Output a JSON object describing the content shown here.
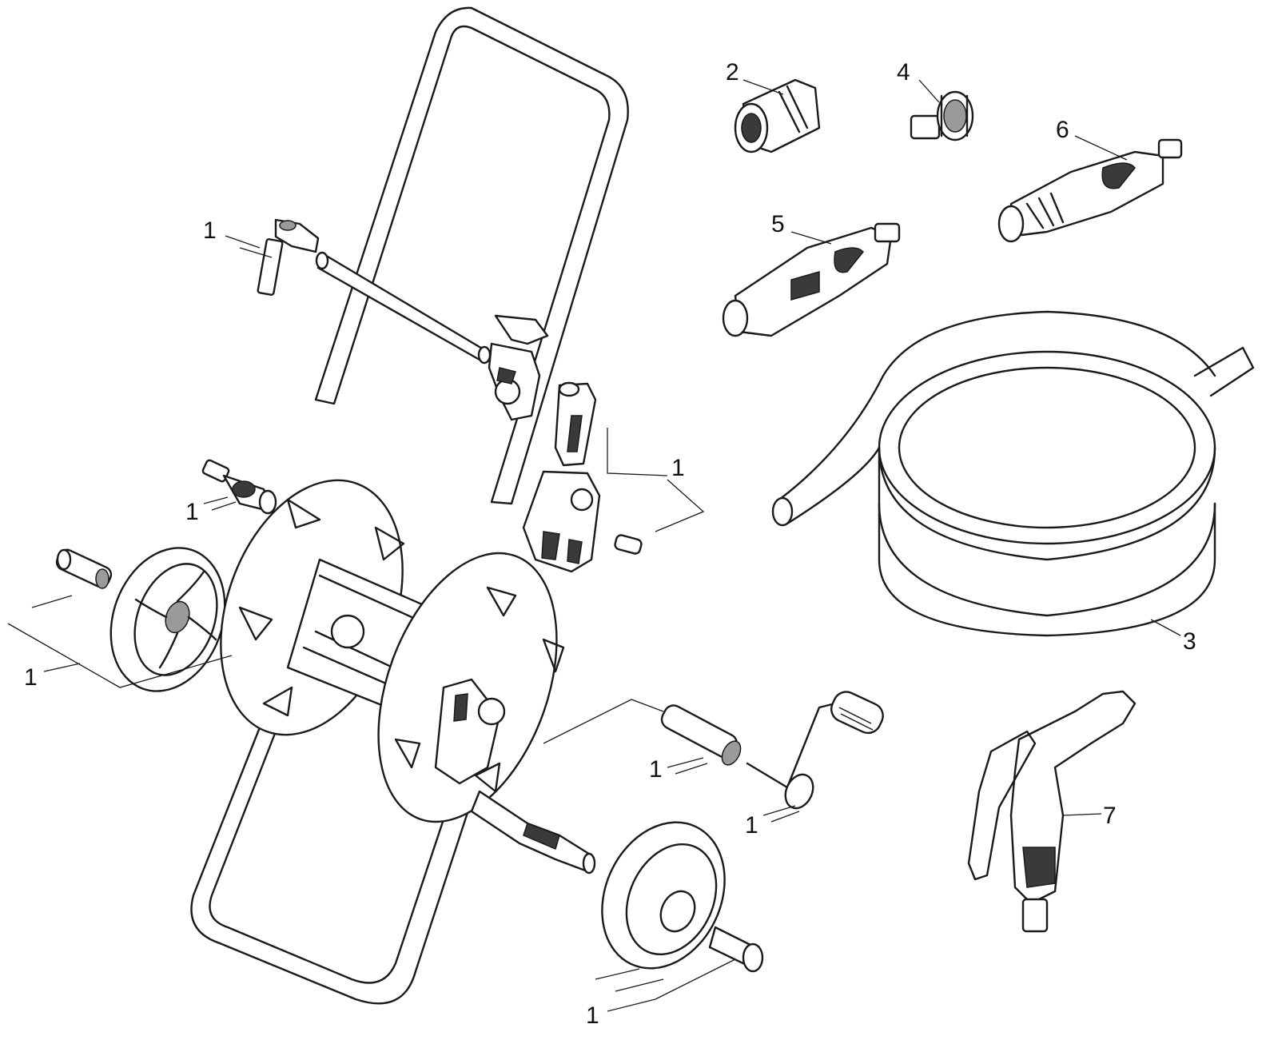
{
  "callouts": {
    "c1_axle_top": "1",
    "c1_bracket": "1",
    "c1_hub_left": "1",
    "c1_wheel_left": "1",
    "c1_crank_shaft": "1",
    "c1_crank_nut": "1",
    "c1_wheel_bottom": "1",
    "c2": "2",
    "c3": "3",
    "c4": "4",
    "c5": "5",
    "c6": "6",
    "c7": "7"
  },
  "icons": [
    "hose-reel-frame",
    "reel-drum",
    "wheel",
    "hose-coil",
    "hose-connector",
    "tap-adapter",
    "spray-nozzle",
    "spray-gun",
    "crank-handle"
  ]
}
